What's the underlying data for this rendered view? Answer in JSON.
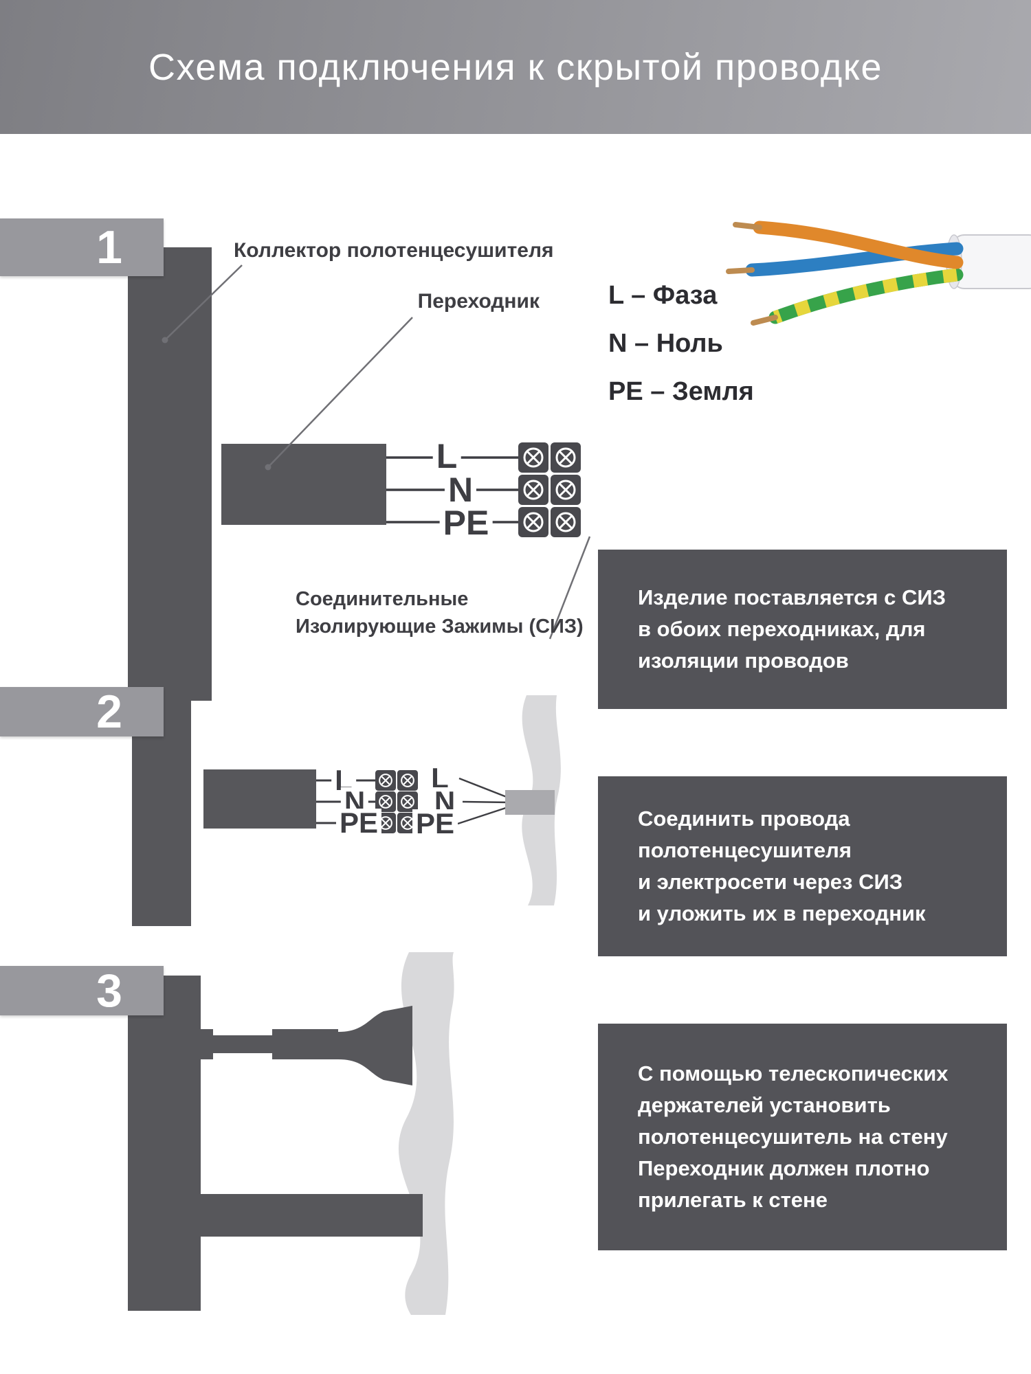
{
  "header": {
    "title": "Схема подключения к скрытой проводке"
  },
  "cable_legend": {
    "items": [
      "L – Фаза",
      "N – Ноль",
      "PE – Земля"
    ]
  },
  "step1": {
    "number": "1",
    "collector_label": "Коллектор полотенцесушителя",
    "adapter_label": "Переходник",
    "siz_label": "Соединительные\nИзолирующие Зажимы (СИЗ)",
    "wire_labels": [
      "L",
      "N",
      "PE"
    ],
    "note": "Изделие поставляется с СИЗ\nв обоих переходниках, для\nизоляции проводов"
  },
  "step2": {
    "number": "2",
    "wire_labels": [
      "L",
      "N",
      "PE"
    ],
    "wall_wire_labels": [
      "L",
      "N",
      "PE"
    ],
    "note": "Соединить провода\nполотенцесушителя\nи электросети через СИЗ\nи уложить их в переходник"
  },
  "step3": {
    "number": "3",
    "note": "С помощью телескопических\nдержателей установить\nполотенцесушитель на стену\nПереходник должен плотно\nприлегать к стене"
  },
  "colors": {
    "dark_gray": "#57575b",
    "tab_gray": "#98989d",
    "note_bg": "#535358",
    "wall_gray": "#d9d9db",
    "wire_phase_orange": "#e0882b",
    "wire_neutral_blue": "#2d7fc2",
    "wire_earth_green": "#37a34a",
    "wire_earth_yellow": "#e6d63c"
  }
}
